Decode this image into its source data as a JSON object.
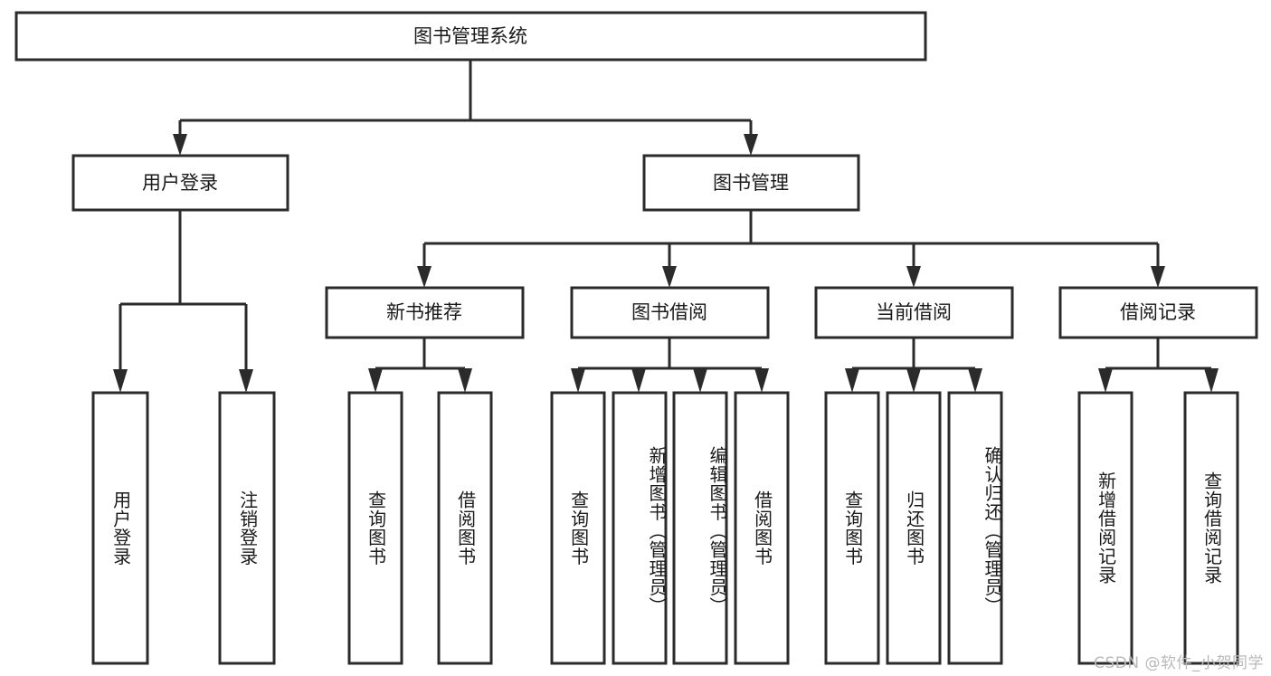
{
  "diagram": {
    "type": "tree-hierarchy",
    "orientation": "top-down",
    "root": {
      "id": "root",
      "label": "图书管理系统"
    },
    "level2": [
      {
        "id": "user-login",
        "label": "用户登录"
      },
      {
        "id": "book-manage",
        "label": "图书管理"
      }
    ],
    "level3": [
      {
        "id": "new-book-rec",
        "label": "新书推荐",
        "parent": "book-manage"
      },
      {
        "id": "book-borrow",
        "label": "图书借阅",
        "parent": "book-manage"
      },
      {
        "id": "current-borrow",
        "label": "当前借阅",
        "parent": "book-manage"
      },
      {
        "id": "borrow-record",
        "label": "借阅记录",
        "parent": "book-manage"
      }
    ],
    "leaves": [
      {
        "id": "leaf-user-login",
        "label": "用户登录",
        "parent": "user-login"
      },
      {
        "id": "leaf-user-logout",
        "label": "注销登录",
        "parent": "user-login"
      },
      {
        "id": "leaf-query-book-1",
        "label": "查询图书",
        "parent": "new-book-rec"
      },
      {
        "id": "leaf-borrow-book-1",
        "label": "借阅图书",
        "parent": "new-book-rec"
      },
      {
        "id": "leaf-query-book-2",
        "label": "查询图书",
        "parent": "book-borrow"
      },
      {
        "id": "leaf-add-book",
        "label": "新增图书（管理员）",
        "parent": "book-borrow"
      },
      {
        "id": "leaf-edit-book",
        "label": "编辑图书（管理员）",
        "parent": "book-borrow"
      },
      {
        "id": "leaf-borrow-book-2",
        "label": "借阅图书",
        "parent": "book-borrow"
      },
      {
        "id": "leaf-query-book-3",
        "label": "查询图书",
        "parent": "current-borrow"
      },
      {
        "id": "leaf-return-book",
        "label": "归还图书",
        "parent": "current-borrow"
      },
      {
        "id": "leaf-confirm-return",
        "label": "确认归还（管理员）",
        "parent": "current-borrow"
      },
      {
        "id": "leaf-add-record",
        "label": "新增借阅记录",
        "parent": "borrow-record"
      },
      {
        "id": "leaf-query-record",
        "label": "查询借阅记录",
        "parent": "borrow-record"
      }
    ],
    "colors": {
      "box_stroke": "#2b2b2b",
      "box_fill": "#ffffff",
      "connector": "#2b2b2b",
      "text": "#1a1a1a",
      "background": "#ffffff",
      "watermark": "#b9b9b9"
    }
  },
  "watermark": {
    "text": "CSDN @软件_小贺同学"
  }
}
